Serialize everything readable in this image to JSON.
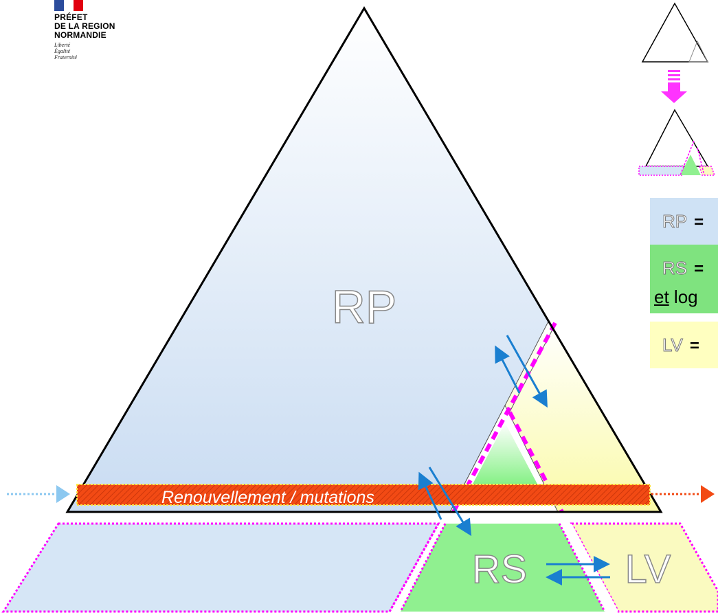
{
  "logo": {
    "line1": "PRÉFET",
    "line2": "DE LA REGION",
    "line3": "NORMANDIE",
    "motto": [
      "Liberté",
      "Égalité",
      "Fraternité"
    ]
  },
  "diagram": {
    "main_label": "RP",
    "band_label": "Renouvellement / mutations",
    "rs_label": "RS",
    "lv_label": "LV"
  },
  "legend": [
    {
      "code": "RP",
      "equals": "=",
      "text": "",
      "color": "#cfe2f5"
    },
    {
      "code": "RS",
      "equals": "=",
      "text": "et log",
      "color": "#7fe37f"
    },
    {
      "code": "LV",
      "equals": "=",
      "text": "",
      "color": "#ffffc0"
    }
  ],
  "colors": {
    "rp_fill": "#dbe8f6",
    "rs_fill": "#90f090",
    "lv_fill": "#fafac0",
    "band_fill": "#f24a14",
    "dotted_border": "#ff00ff",
    "arrow_blue": "#1a7fd0",
    "arrow_pink": "#ff33ff",
    "arrow_orange": "#f24a14",
    "arrow_lightblue": "#8cc8f0"
  },
  "icons": [
    "flag-icon",
    "arrow-down-icon",
    "double-arrow-icon",
    "arrow-right-icon"
  ]
}
